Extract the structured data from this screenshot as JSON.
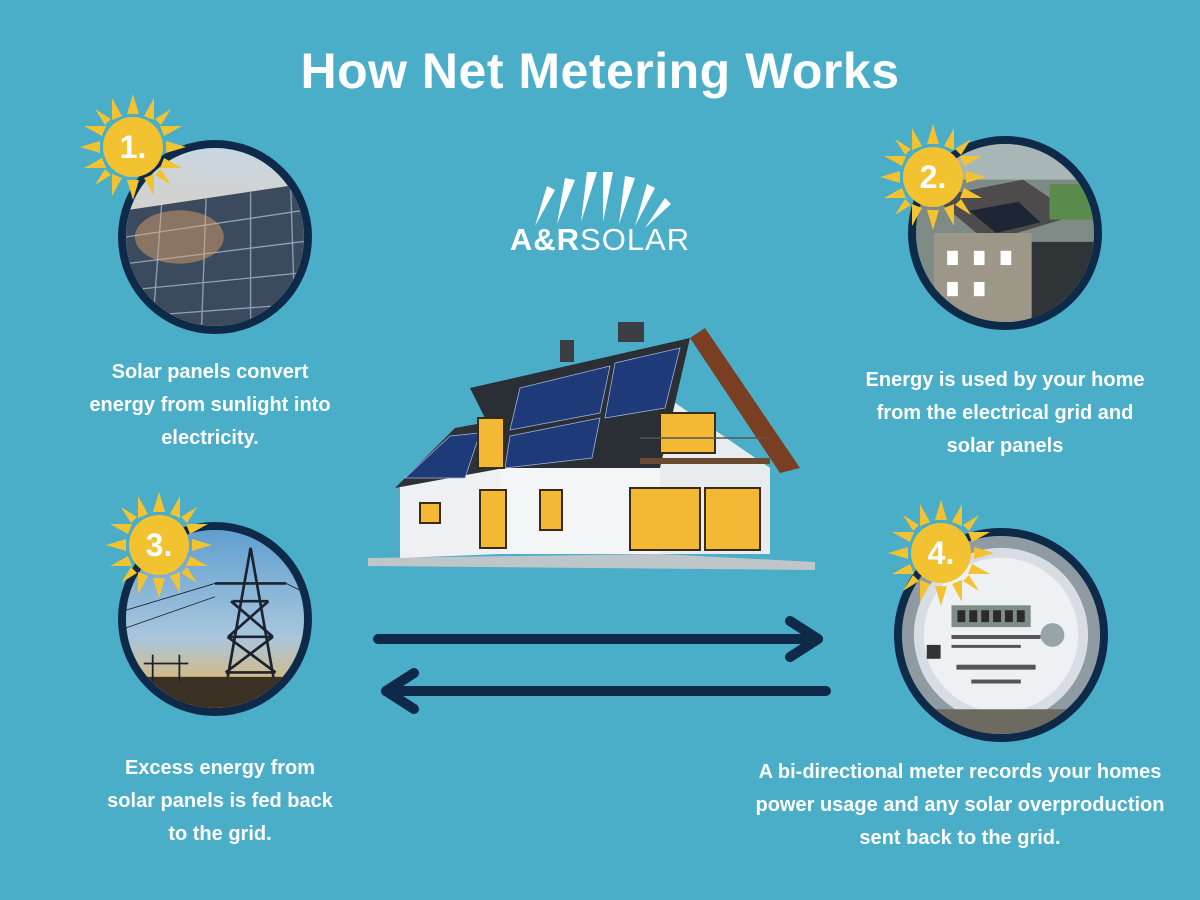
{
  "title": "How Net Metering Works",
  "logo": {
    "brand_bold": "A&R",
    "brand_light": "SOLAR"
  },
  "steps": [
    {
      "number": "1.",
      "caption": "Solar panels convert energy from sunlight into electricity."
    },
    {
      "number": "2.",
      "caption": "Energy is used by your home from the electrical grid and solar panels"
    },
    {
      "number": "3.",
      "caption": "Excess energy from solar panels is fed back to the grid."
    },
    {
      "number": "4.",
      "caption": "A bi-directional meter records your homes power usage and any solar overproduction sent back to the grid."
    }
  ],
  "colors": {
    "background": "#4aaec8",
    "navy": "#0f2a48",
    "sun": "#f2c230",
    "text": "#ffffff"
  },
  "icons": [
    "sun-icon",
    "arrow-right-icon",
    "arrow-left-icon"
  ]
}
